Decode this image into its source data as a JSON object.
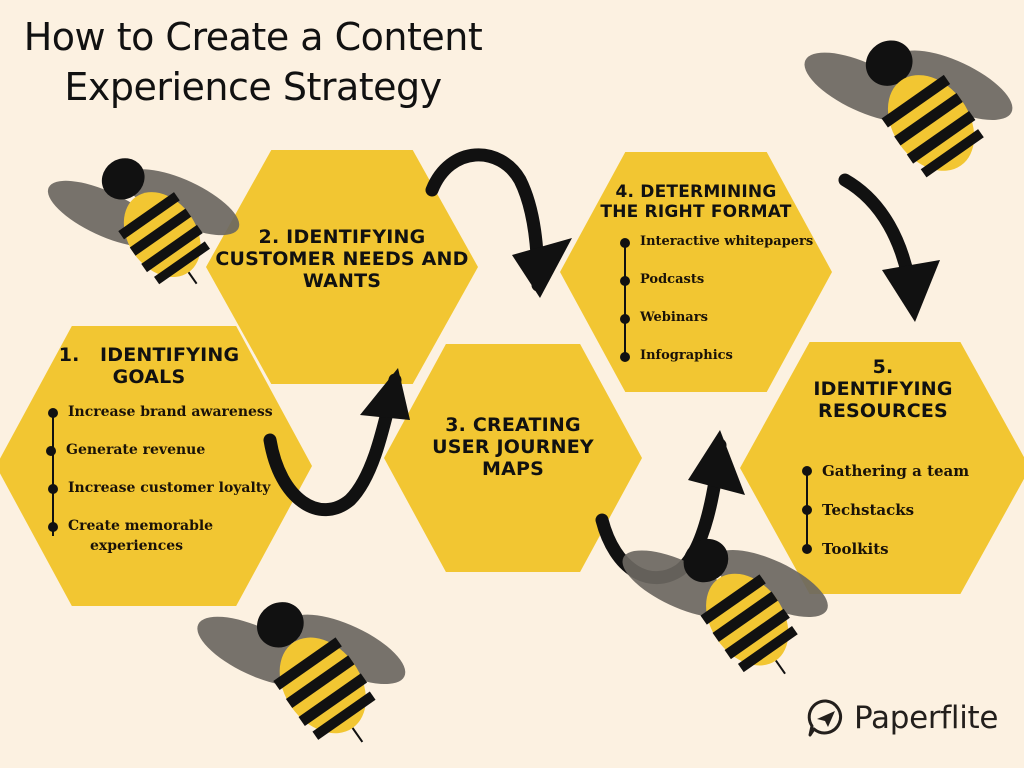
{
  "title": {
    "line1": "How to Create a Content",
    "line2": "Experience Strategy"
  },
  "steps": [
    {
      "number": "1.",
      "heading_line1": "1.   IDENTIFYING",
      "heading_line2": "GOALS",
      "items": [
        "Increase brand awareness",
        "Generate revenue",
        "Increase customer loyalty",
        "Create memorable",
        "experiences"
      ]
    },
    {
      "number": "2.",
      "heading_line1": "2. IDENTIFYING",
      "heading_line2": "CUSTOMER NEEDS AND",
      "heading_line3": "WANTS",
      "items": []
    },
    {
      "number": "3.",
      "heading_line1": "3. CREATING",
      "heading_line2": "USER JOURNEY",
      "heading_line3": "MAPS",
      "items": []
    },
    {
      "number": "4.",
      "heading_line1": "4. DETERMINING",
      "heading_line2": "THE RIGHT FORMAT",
      "items": [
        "Interactive whitepapers",
        "Podcasts",
        "Webinars",
        "Infographics"
      ]
    },
    {
      "number": "5.",
      "heading_line1": "5.",
      "heading_line2": "IDENTIFYING",
      "heading_line3": "RESOURCES",
      "items": [
        "Gathering a team",
        "Techstacks",
        "Toolkits"
      ]
    }
  ],
  "logo": {
    "name": "Paperflite",
    "icon": "paper-plane-chat-icon"
  },
  "colors": {
    "background": "#fcf1e1",
    "hexagon": "#f2c632",
    "text": "#111111",
    "wing": "#6b6761"
  }
}
